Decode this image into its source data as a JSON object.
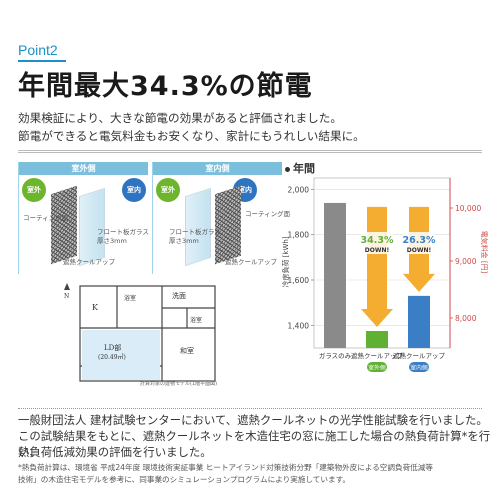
{
  "header": {
    "point": "Point2",
    "headline": "年間最大34.3%の節電"
  },
  "lead": [
    "効果検証により、大きな節電の効果があると評価されました。",
    "節電ができると電気料金もお安くなり、家計にもうれしい結果に。"
  ],
  "diagram_outside": {
    "header": "室外側",
    "outside": "室外",
    "inside": "室内",
    "coating": "コーティング面",
    "float_glass_1": "フロート板ガラス",
    "float_glass_2": "厚さ3mm",
    "product": "遮熱クールアップ"
  },
  "diagram_inside": {
    "header": "室内側",
    "outside": "室外",
    "inside": "室内",
    "coating": "コーティング面",
    "float_glass_1": "フロート板ガラス",
    "float_glass_2": "厚さ3mm",
    "product": "遮熱クールアップ"
  },
  "floor_plan": {
    "north": "N",
    "k": "K",
    "bath": "浴室",
    "washroom": "洗面",
    "bathroom": "浴室",
    "ld": "LD部",
    "ld_size": "(20.49㎡)",
    "japanese_room": "和室",
    "caption": "計算対象の建物モデル(1階平面図)"
  },
  "chart_data": {
    "type": "bar",
    "title": "年間",
    "ylabel": "冷房負荷 [kWh]",
    "ylabel_right": "電気料金 [円]",
    "yticks": [
      1400,
      1600,
      1800,
      2000
    ],
    "ylim": [
      1300,
      2050
    ],
    "yticks_right": [
      "8,000",
      "9,000",
      "10,000"
    ],
    "categories": [
      "ガラスのみ",
      "遮熱クールアップ",
      "遮熱クールアップ"
    ],
    "category_tags": [
      "",
      "室外側",
      "室内側"
    ],
    "values": [
      1940,
      1375,
      1530
    ],
    "colors": [
      "#8a8a8a",
      "#5fb033",
      "#3a7fc5"
    ],
    "annotations": [
      {
        "pct": "34.3%",
        "word": "DOWN!",
        "color": "#5fb033"
      },
      {
        "pct": "26.3%",
        "word": "DOWN!",
        "color": "#3a7fc5"
      }
    ]
  },
  "body": [
    "一般財団法人 建材試験センターにおいて、遮熱クールネットの光学性能試験を行いました。",
    "この試験結果をもとに、遮熱クールネットを木造住宅の窓に施工した場合の熱負荷計算*を行い、",
    "熱負荷低減効果の評価を行いました。"
  ],
  "footnote": [
    "*熱負荷計算は、環境省 平成24年度 環境技術実証事業 ヒートアイランド対策技術分野「建築物外皮による空調負荷低減等",
    "技術」の木造住宅モデルを参考に、同事業のシミュレーションプログラムにより実施しています。"
  ]
}
